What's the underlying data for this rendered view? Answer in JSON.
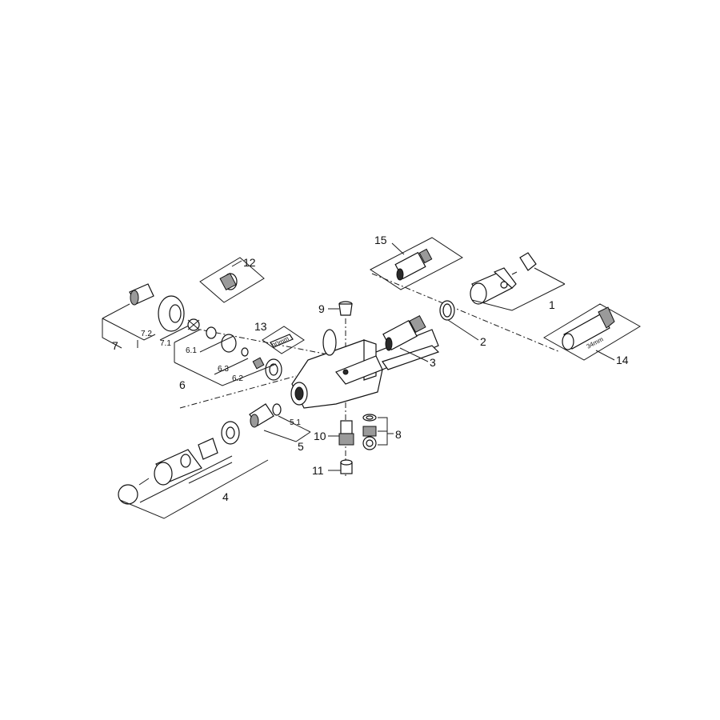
{
  "labels": {
    "l1": "1",
    "l2": "2",
    "l3": "3",
    "l4": "4",
    "l5": "5",
    "l5_1": "5.1",
    "l6": "6",
    "l6_1": "6.1",
    "l6_2": "6.2",
    "l6_3": "6.3",
    "l7": "7",
    "l7_1": "7.1",
    "l7_2": "7.2",
    "l8": "8",
    "l9": "9",
    "l10": "10",
    "l11": "11",
    "l12": "12",
    "l13": "13",
    "l14": "14",
    "l15": "15",
    "dim_14": "34mm",
    "dim_13": "30mm"
  }
}
